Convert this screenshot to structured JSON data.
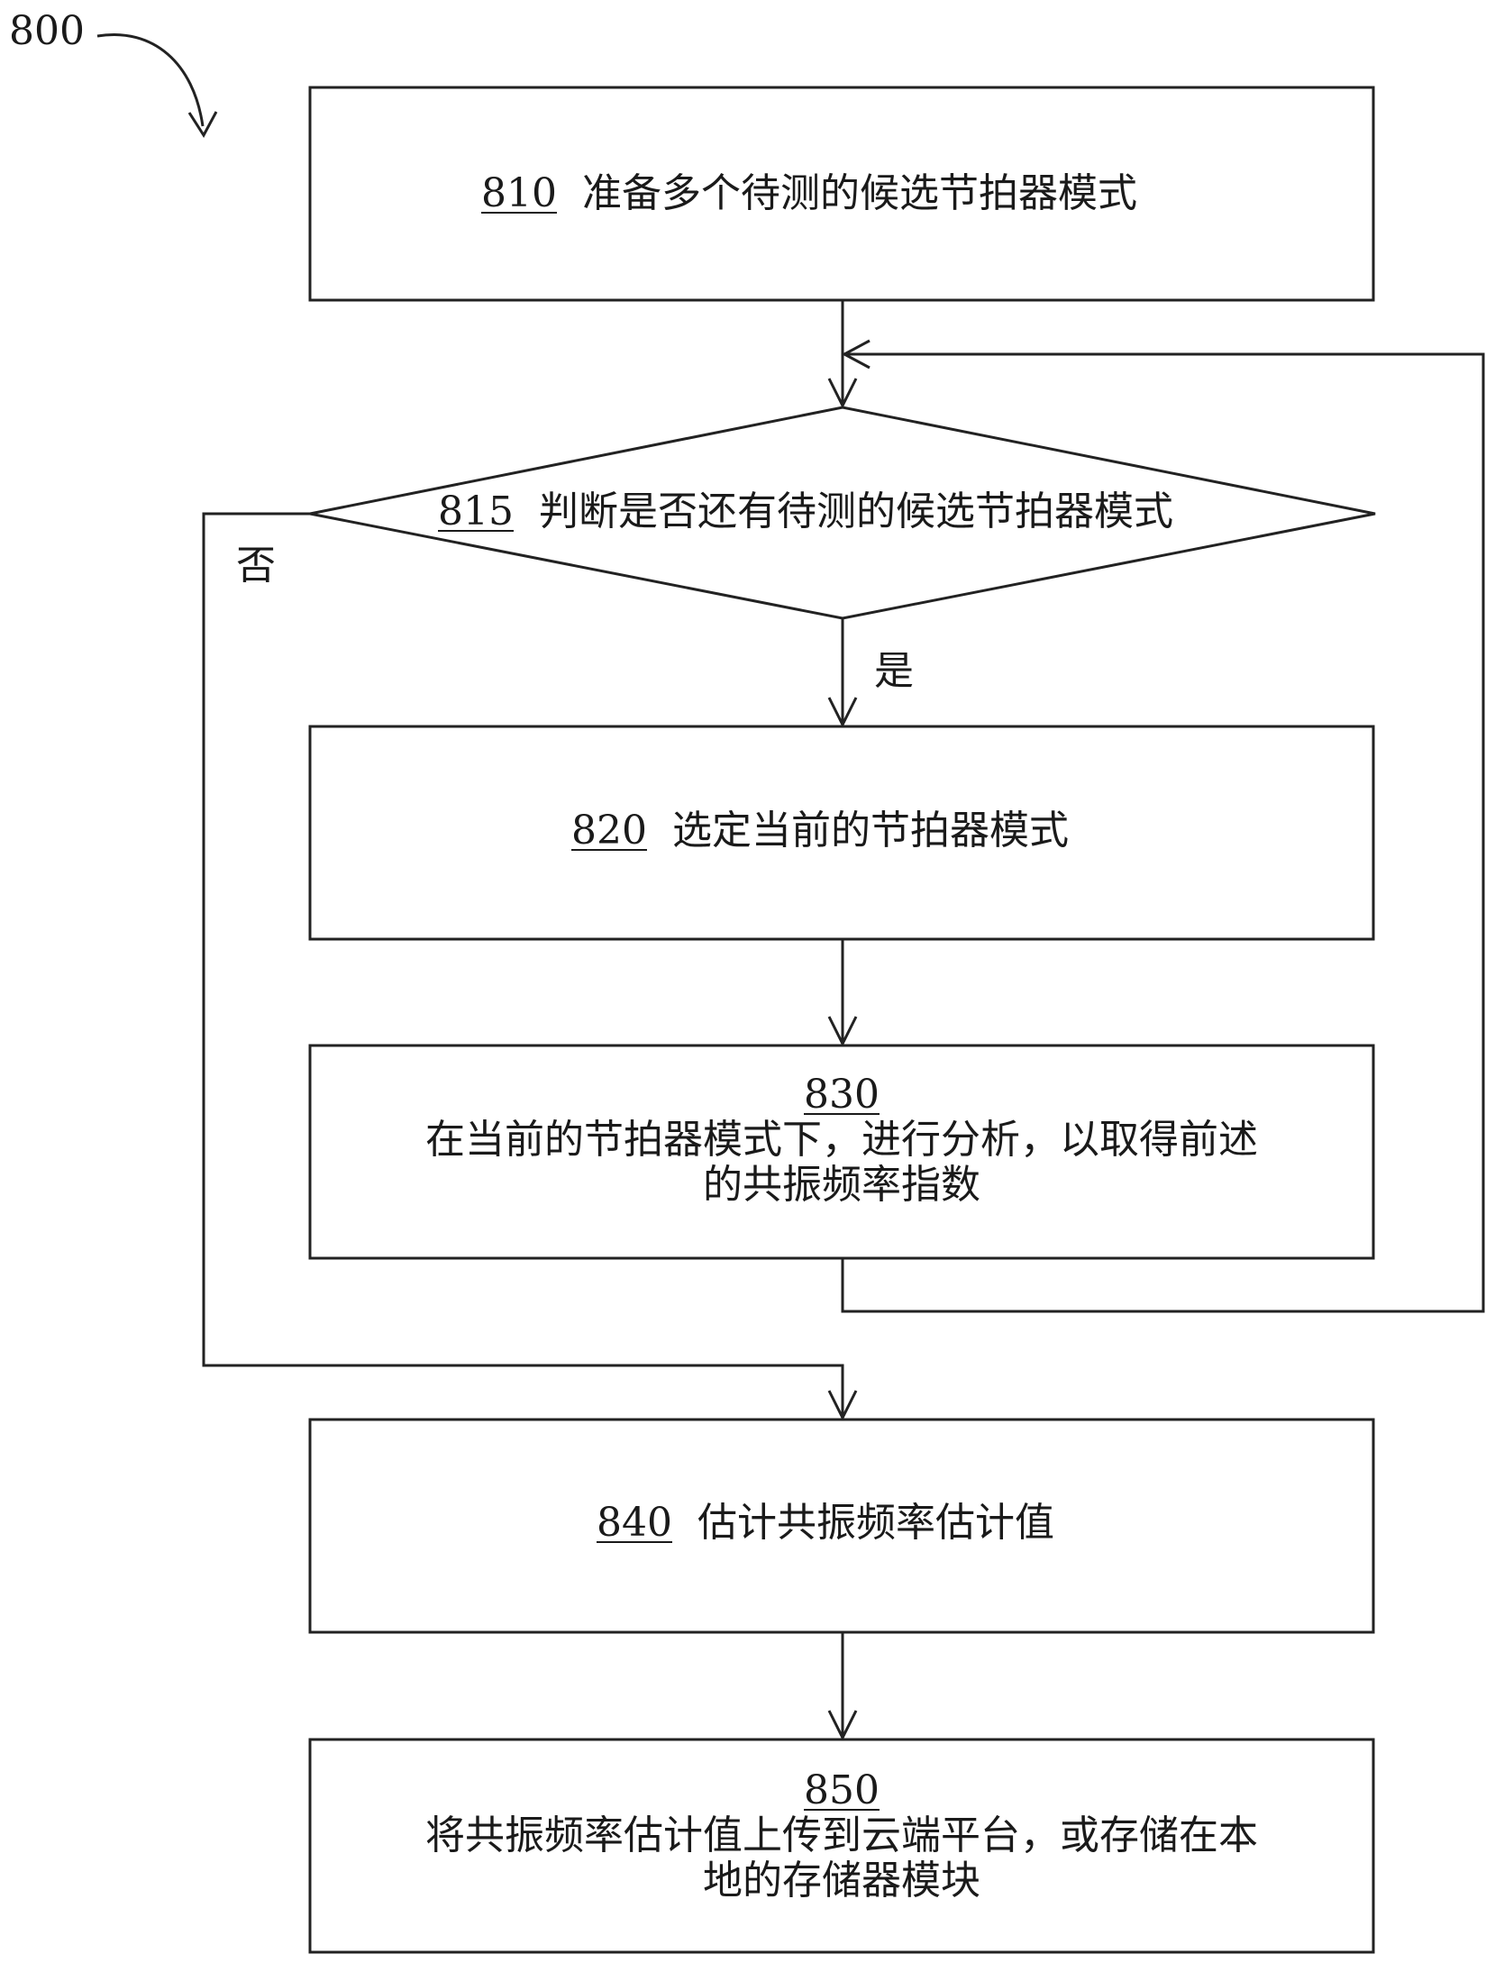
{
  "figure_label": "800",
  "steps": {
    "s810": {
      "num": "810",
      "text": "准备多个待测的候选节拍器模式"
    },
    "s815": {
      "num": "815",
      "text": "判断是否还有待测的候选节拍器模式"
    },
    "s820": {
      "num": "820",
      "text": "选定当前的节拍器模式"
    },
    "s830": {
      "num": "830",
      "line1": "在当前的节拍器模式下，进行分析，以取得前述",
      "line2": "的共振频率指数"
    },
    "s840": {
      "num": "840",
      "text": "估计共振频率估计值"
    },
    "s850": {
      "num": "850",
      "line1": "将共振频率估计值上传到云端平台，或存储在本",
      "line2": "地的存储器模块"
    }
  },
  "branches": {
    "yes": "是",
    "no": "否"
  }
}
